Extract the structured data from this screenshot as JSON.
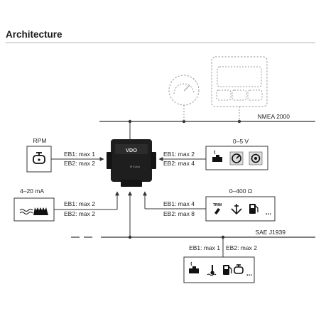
{
  "title": "Architecture",
  "buses": {
    "nmea": "NMEA 2000",
    "sae": "SAE J1939"
  },
  "device": {
    "brand": "VDO",
    "sub": "⊕ Kolvo"
  },
  "groups": {
    "rpm": {
      "label": "RPM",
      "eb1": "EB1: max 1",
      "eb2": "EB2: max 2"
    },
    "current": {
      "label": "4–20 mA",
      "eb1": "EB1: max 2",
      "eb2": "EB2: max 2"
    },
    "voltage": {
      "label": "0–5 V",
      "eb1": "EB1: max 2",
      "eb2": "EB2: max 4"
    },
    "resistive": {
      "label": "0–400 Ω",
      "eb1": "EB1: max 4",
      "eb2": "EB2: max 8",
      "trim": "TRIM",
      "more": "..."
    },
    "j1939": {
      "eb1": "EB1: max 1",
      "eb2": "EB2: max 2",
      "more": "..."
    }
  },
  "colors": {
    "line": "#333333",
    "bus": "#3a3a3a",
    "box": "#1e1e1e",
    "faint": "#9a9a9a"
  }
}
